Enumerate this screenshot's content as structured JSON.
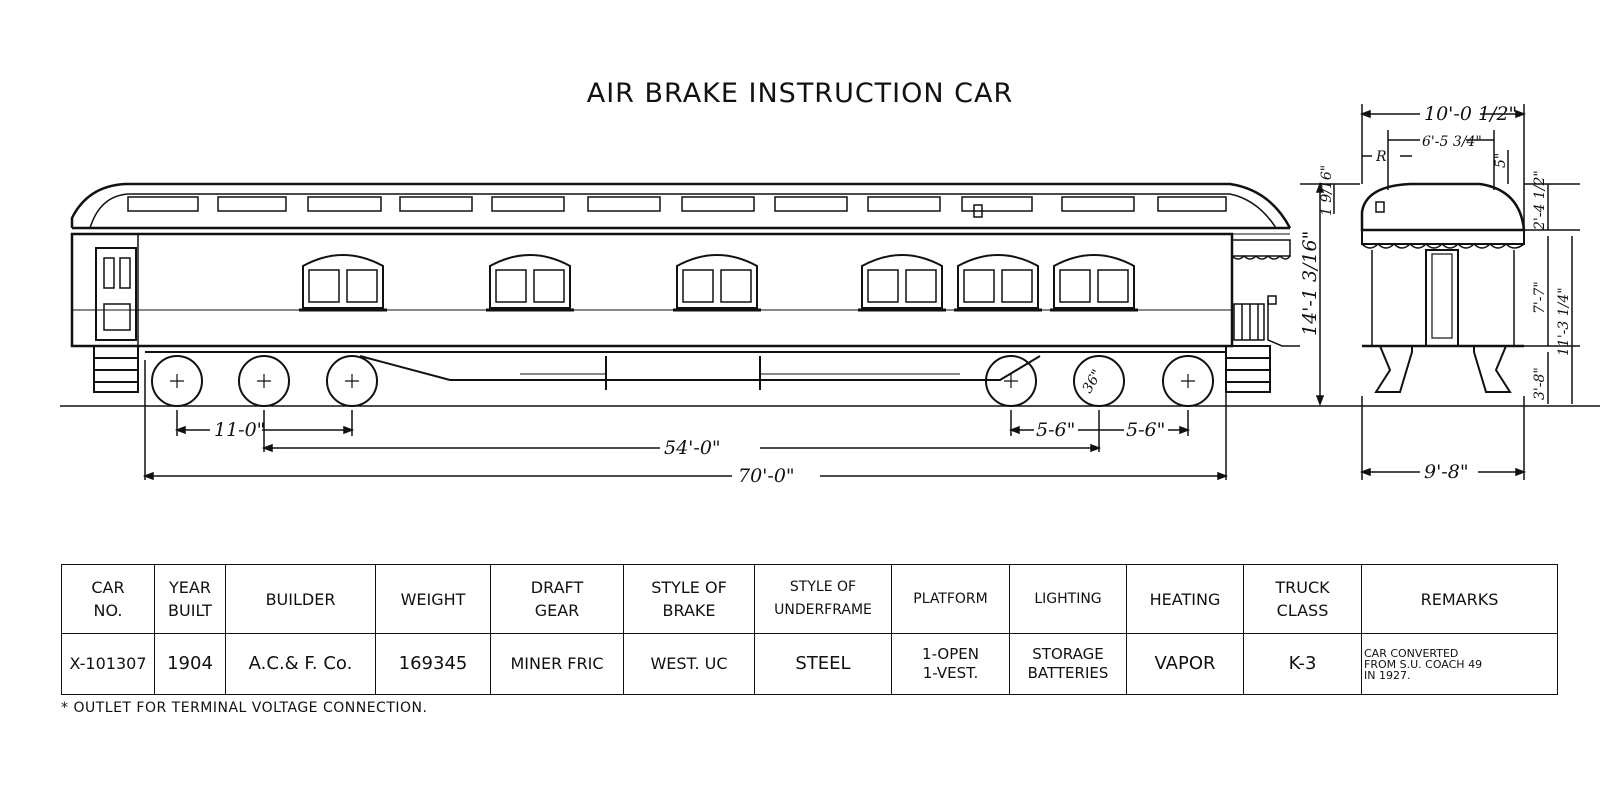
{
  "drawing": {
    "title": "AIR BRAKE INSTRUCTION CAR",
    "dimensions": {
      "truck_wheelbase": "11-0\"",
      "truck_centers": "54'-0\"",
      "overall_length": "70'-0\"",
      "axle_spacing_a": "5-6\"",
      "axle_spacing_b": "5-6\"",
      "wheel_diameter": "36\"",
      "end_width_top": "10'-0 1/2\"",
      "roof_width": "6'-5 3/4\"",
      "roof_radius": "R",
      "roof_rise": "5\"",
      "height_a": "1 9/16\"",
      "height_b": "2'-4 1/2\"",
      "height_c": "7'-7\"",
      "height_d": "14'-1 3/16\"",
      "height_e": "11'-3 1/4\"",
      "height_f": "3'-8\"",
      "end_width_bottom": "9'-8\""
    }
  },
  "table": {
    "headers": [
      [
        "CAR",
        "NO."
      ],
      [
        "YEAR",
        "BUILT"
      ],
      [
        "BUILDER"
      ],
      [
        "WEIGHT"
      ],
      [
        "DRAFT",
        "GEAR"
      ],
      [
        "STYLE OF",
        "BRAKE"
      ],
      [
        "STYLE OF",
        "UNDERFRAME"
      ],
      [
        "PLATFORM"
      ],
      [
        "LIGHTING"
      ],
      [
        "HEATING"
      ],
      [
        "TRUCK",
        "CLASS"
      ],
      [
        "REMARKS"
      ]
    ],
    "row": {
      "car_no": "X-101307",
      "year_built": "1904",
      "builder": "A.C.& F. Co.",
      "weight": "169345",
      "draft_gear": "MINER FRIC",
      "style_of_brake": "WEST. UC",
      "style_of_underframe": "STEEL",
      "platform": [
        "1-OPEN",
        "1-VEST."
      ],
      "lighting": [
        "STORAGE",
        "BATTERIES"
      ],
      "heating": "VAPOR",
      "truck_class": "K-3",
      "remarks": [
        "CAR CONVERTED",
        "FROM S.U. COACH 49",
        "IN 1927."
      ]
    }
  },
  "footnote": "* OUTLET FOR TERMINAL VOLTAGE CONNECTION."
}
